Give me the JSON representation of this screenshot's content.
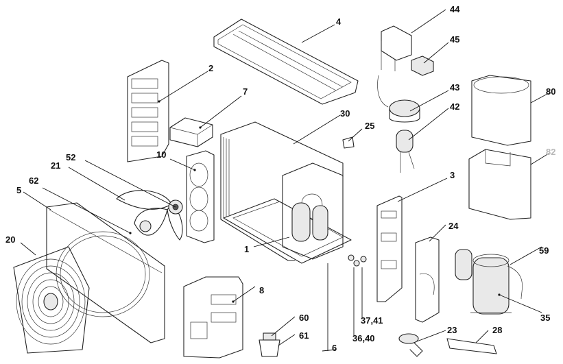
{
  "diagram": {
    "callouts": [
      {
        "id": "c2",
        "text": "2"
      },
      {
        "id": "c4",
        "text": "4"
      },
      {
        "id": "c7",
        "text": "7"
      },
      {
        "id": "c10",
        "text": "10"
      },
      {
        "id": "c30",
        "text": "30"
      },
      {
        "id": "c25",
        "text": "25"
      },
      {
        "id": "c52",
        "text": "52"
      },
      {
        "id": "c21",
        "text": "21"
      },
      {
        "id": "c62",
        "text": "62"
      },
      {
        "id": "c5",
        "text": "5"
      },
      {
        "id": "c20",
        "text": "20"
      },
      {
        "id": "c1",
        "text": "1"
      },
      {
        "id": "c3",
        "text": "3"
      },
      {
        "id": "c44",
        "text": "44"
      },
      {
        "id": "c45",
        "text": "45"
      },
      {
        "id": "c43",
        "text": "43"
      },
      {
        "id": "c42",
        "text": "42"
      },
      {
        "id": "c80",
        "text": "80"
      },
      {
        "id": "c82",
        "text": "82"
      },
      {
        "id": "c24",
        "text": "24"
      },
      {
        "id": "c59",
        "text": "59"
      },
      {
        "id": "c35",
        "text": "35"
      },
      {
        "id": "c8",
        "text": "8"
      },
      {
        "id": "c60",
        "text": "60"
      },
      {
        "id": "c61",
        "text": "61"
      },
      {
        "id": "c6",
        "text": "6"
      },
      {
        "id": "c3741",
        "text": "37,41"
      },
      {
        "id": "c3640",
        "text": "36,40"
      },
      {
        "id": "c23",
        "text": "23"
      },
      {
        "id": "c28",
        "text": "28"
      }
    ],
    "colors": {
      "line": "#222222",
      "faint_label": "#b8b8b8"
    }
  }
}
